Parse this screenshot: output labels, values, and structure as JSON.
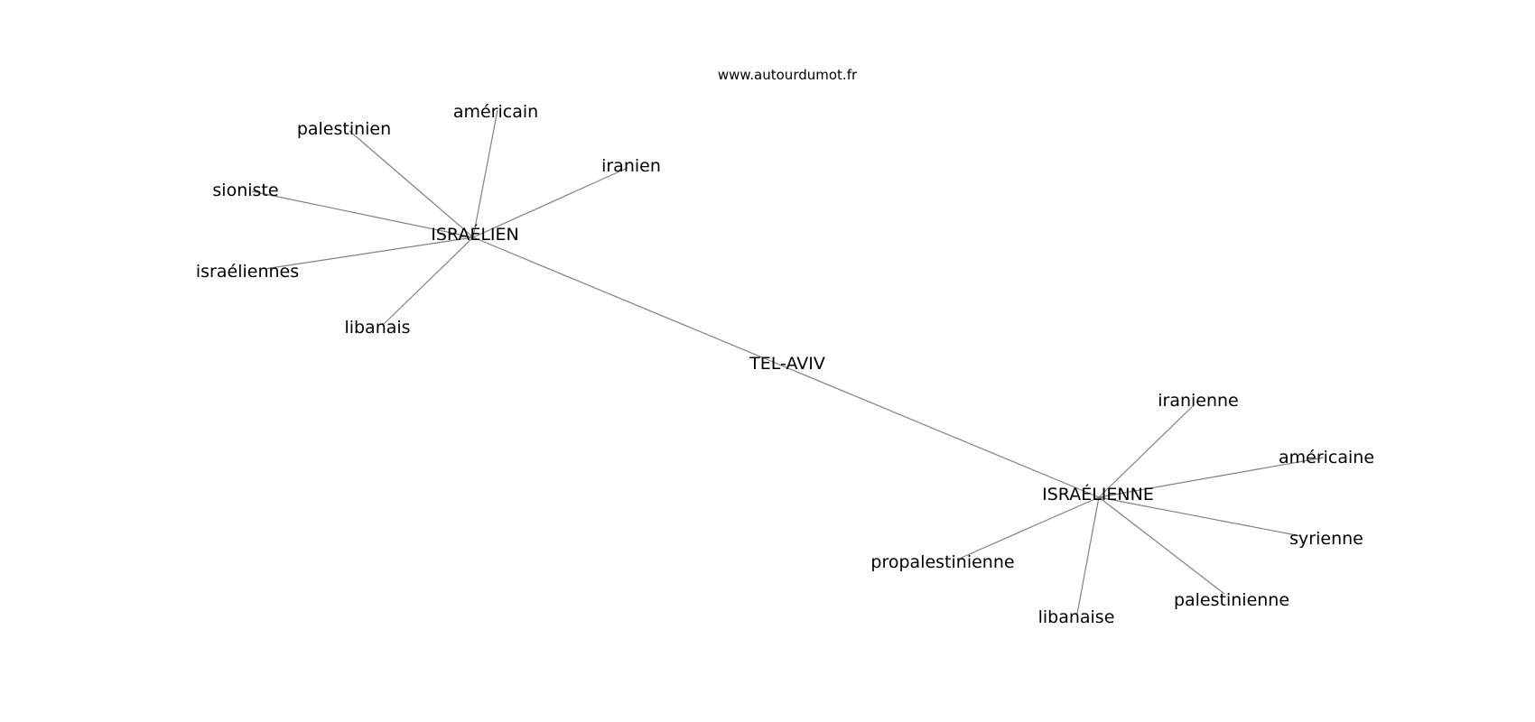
{
  "watermark": "www.autourdumot.fr",
  "graph": {
    "nodes": [
      {
        "id": "tel-aviv",
        "label": "TEL-AVIV"
      },
      {
        "id": "israelien",
        "label": "ISRAÉLIEN"
      },
      {
        "id": "israelienne",
        "label": "ISRAÉLIENNE"
      },
      {
        "id": "palestinien",
        "label": "palestinien"
      },
      {
        "id": "americain",
        "label": "américain"
      },
      {
        "id": "iranien",
        "label": "iranien"
      },
      {
        "id": "sioniste",
        "label": "sioniste"
      },
      {
        "id": "israeliennes",
        "label": "israéliennes"
      },
      {
        "id": "libanais",
        "label": "libanais"
      },
      {
        "id": "iranienne",
        "label": "iranienne"
      },
      {
        "id": "americaine",
        "label": "américaine"
      },
      {
        "id": "syrienne",
        "label": "syrienne"
      },
      {
        "id": "palestinienne",
        "label": "palestinienne"
      },
      {
        "id": "libanaise",
        "label": "libanaise"
      },
      {
        "id": "propalestinienne",
        "label": "propalestinienne"
      }
    ],
    "edges": [
      [
        "israelien",
        "israelienne"
      ],
      [
        "israelien",
        "palestinien"
      ],
      [
        "israelien",
        "americain"
      ],
      [
        "israelien",
        "iranien"
      ],
      [
        "israelien",
        "sioniste"
      ],
      [
        "israelien",
        "israeliennes"
      ],
      [
        "israelien",
        "libanais"
      ],
      [
        "israelienne",
        "iranienne"
      ],
      [
        "israelienne",
        "americaine"
      ],
      [
        "israelienne",
        "syrienne"
      ],
      [
        "israelienne",
        "palestinienne"
      ],
      [
        "israelienne",
        "libanaise"
      ],
      [
        "israelienne",
        "propalestinienne"
      ]
    ]
  }
}
